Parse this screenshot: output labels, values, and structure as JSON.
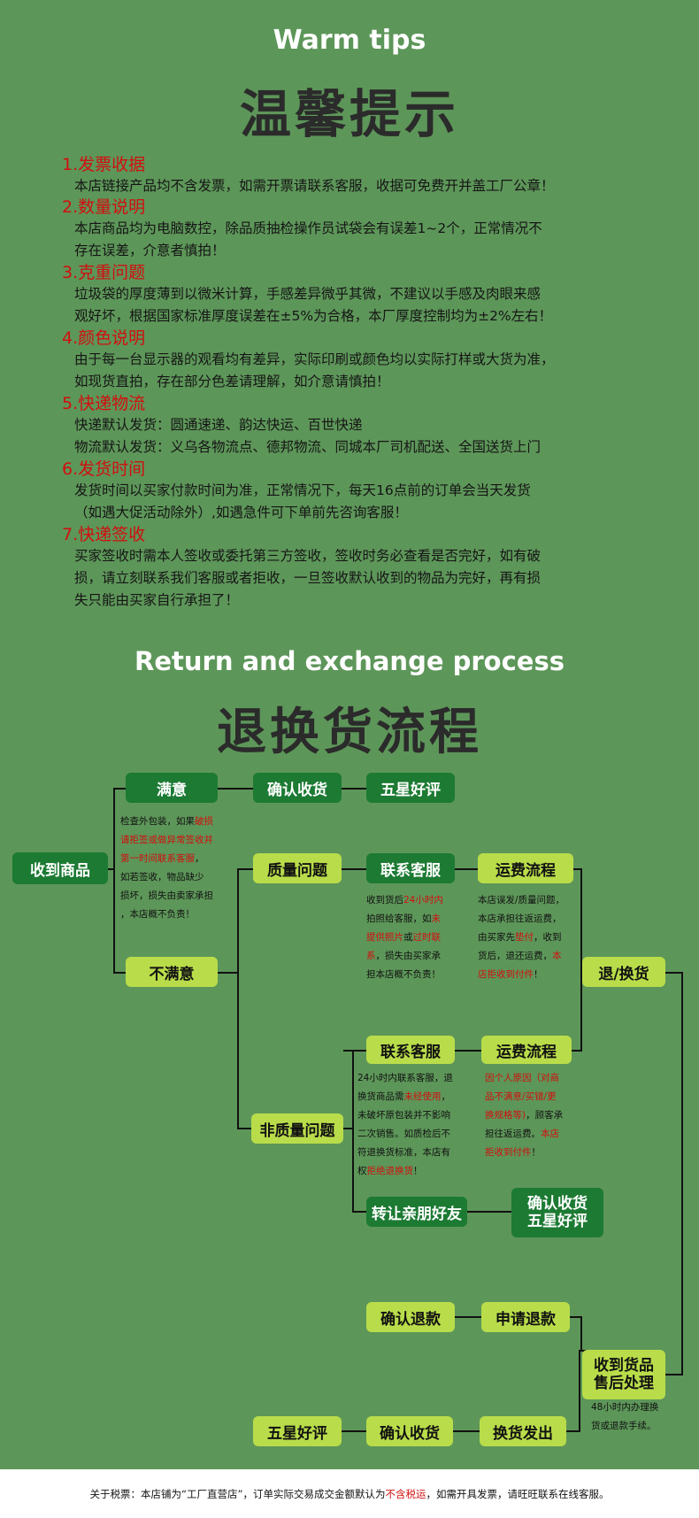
{
  "header": {
    "en": "Warm tips",
    "cn": "温馨提示"
  },
  "tips": [
    {
      "title": "1.发票收据",
      "lines": [
        "本店链接产品均不含发票，如需开票请联系客服，收据可免费开并盖工厂公章！"
      ]
    },
    {
      "title": "2.数量说明",
      "lines": [
        "本店商品均为电脑数控，除品质抽检操作员试袋会有误差1~2个，正常情况不",
        "存在误差，介意者慎拍！"
      ]
    },
    {
      "title": "3.克重问题",
      "lines": [
        "垃圾袋的厚度薄到以微米计算，手感差异微乎其微，不建议以手感及肉眼来感",
        "观好坏，根据国家标准厚度误差在±5%为合格，本厂厚度控制均为±2%左右！"
      ]
    },
    {
      "title": "4.颜色说明",
      "lines": [
        "由于每一台显示器的观看均有差异，实际印刷或颜色均以实际打样或大货为准，",
        "如现货直拍，存在部分色差请理解，如介意请慎拍！"
      ]
    },
    {
      "title": "5.快递物流",
      "lines": [
        "快递默认发货：圆通速递、韵达快运、百世快递",
        "物流默认发货：义乌各物流点、德邦物流、同城本厂司机配送、全国送货上门"
      ]
    },
    {
      "title": "6.发货时间",
      "lines": [
        "发货时间以买家付款时间为准，正常情况下，每天16点前的订单会当天发货",
        "（如遇大促活动除外）,如遇急件可下单前先咨询客服！"
      ]
    },
    {
      "title": "7.快递签收",
      "lines": [
        "买家签收时需本人签收或委托第三方签收，签收时务必查看是否完好，如有破",
        "损，请立刻联系我们客服或者拒收，一旦签收默认收到的物品为完好，再有损",
        "失只能由买家自行承担了！"
      ]
    }
  ],
  "process": {
    "en": "Return and exchange process",
    "cn": "退换货流程"
  },
  "flow": {
    "received": "收到商品",
    "satisfied": "满意",
    "confirm_receipt": "确认收货",
    "five_star": "五星好评",
    "unsatisfied": "不满意",
    "quality_issue": "质量问题",
    "contact_cs": "联系客服",
    "shipping_flow": "运费流程",
    "return_exchange": "退/换货",
    "non_quality": "非质量问题",
    "contact_cs_2": "联系客服",
    "shipping_flow_2": "运费流程",
    "transfer_friend": "转让亲朋好友",
    "confirm_five_1": "确认收货",
    "confirm_five_2": "五星好评",
    "confirm_refund": "确认退款",
    "apply_refund": "申请退款",
    "after_sale_1": "收到货品",
    "after_sale_2": "售后处理",
    "five_star_2": "五星好评",
    "confirm_receipt_2": "确认收货",
    "exchange_ship": "换货发出"
  },
  "notes": {
    "check": [
      "检查外包装，如果",
      "破损",
      "请拒签或做异常签收并",
      "第一时间联系客服",
      "，",
      "如若签收，物品缺少",
      "损坏，损失由卖家承担",
      "，本店概不负责！"
    ],
    "quality_cs": [
      "收到货后",
      "24小时内",
      "拍照给客服，如",
      "未",
      "提供照片",
      "或",
      "过时联",
      "系",
      "，损失由买家承",
      "担本店概不负责！"
    ],
    "quality_ship": [
      "本店误发/质量问题，",
      "本店承担往返运费，",
      "由买家先",
      "垫付",
      "，收到",
      "货后，退还运费，",
      "本",
      "店拒收到付件",
      "！"
    ],
    "nq_cs": [
      "24小时内联系客服，退",
      "换货商品需",
      "未经使用",
      "，",
      "未破坏原包装并不影响",
      "二次销售。如质检后不",
      "符退换货标准，本店有",
      "权",
      "拒绝退换货",
      "！"
    ],
    "nq_ship": [
      "因个人原因（对商",
      "品不满意/买错/更",
      "换规格等)",
      "，顾客承",
      "担往返运费。",
      "本店",
      "拒收到付件",
      "！"
    ],
    "after_sale": [
      "48小时内办理换",
      "货或退款手续。"
    ]
  },
  "footer": {
    "prefix": "关于税票：本店铺为“工厂直营店”，订单实际交易成交金额默认为",
    "highlight": "不含税运",
    "suffix": "，如需开具发票，请旺旺联系在线客服。"
  }
}
